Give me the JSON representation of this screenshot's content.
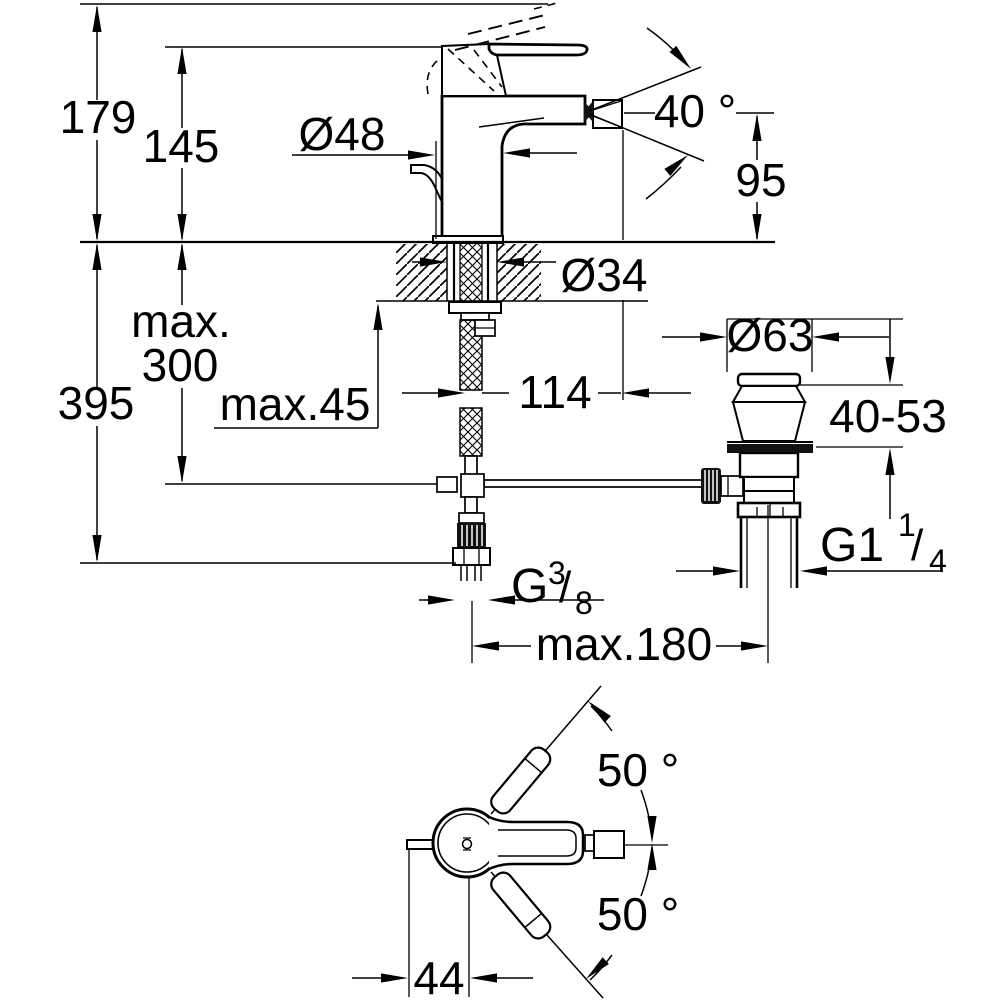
{
  "colors": {
    "line": "#000000",
    "background": "#ffffff",
    "solid_fill": "#111111"
  },
  "dims": {
    "total_height": "179",
    "body_height": "145",
    "body_diameter": "Ø48",
    "aerator_angle": "40 °",
    "spout_height": "95",
    "hose_max_word": "max.",
    "hose_max_value": "300",
    "hose_drop": "395",
    "deck_thickness_max": "max.45",
    "spout_reach": "114",
    "hole_diameter": "Ø34",
    "waste_flange_diameter": "Ø63",
    "waste_clamp_range": "40-53",
    "rod_reach_max": "max.180",
    "handle_angle_top": "50 °",
    "handle_angle_bottom": "50 °",
    "handle_offset": "44",
    "inlet_thread": {
      "base": "G",
      "sup": "3",
      "slash": "/",
      "sub": "8"
    },
    "waste_thread": {
      "base": "G1",
      "sup": "1",
      "slash": "/",
      "sub": "4"
    }
  }
}
